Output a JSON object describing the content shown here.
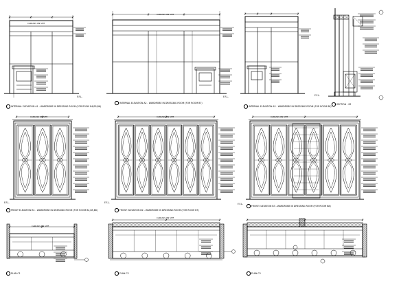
{
  "sheet": {
    "drawing_kind": "CAD sheet with internal elevations and plans of wardrobe / dressing room",
    "line_color": "#000000",
    "background": "#ffffff",
    "hatch_color": "#000000"
  },
  "titles": {
    "row1": [
      "INTERNAL ELEVATION A1 - WARDROBE IN DRESSING ROOM (FOR ROOM B4,B5,B6)",
      "INTERNAL ELEVATION A2 - WARDROBE IN DRESSING ROOM (FOR ROOM B7)",
      "INTERNAL ELEVATION A3 - WARDROBE IN DRESSING ROOM (FOR ROOM B8)",
      "SECTION - SS"
    ],
    "row2": [
      "FRONT ELEVATION B1 - WARDROBE IN DRESSING ROOM (FOR ROOM B4,B5,B6)",
      "FRONT ELEVATION B2 - WARDROBE IN DRESSING ROOM (FOR ROOM B7)",
      "FRONT ELEVATION B3 - WARDROBE IN DRESSING ROOM (FOR ROOM B8)"
    ],
    "row3": [
      "PLAN C1",
      "PLAN C2",
      "PLAN C3"
    ]
  },
  "floor_label": "F.F.L.",
  "dimension_label": "CARCASS ON SITE"
}
